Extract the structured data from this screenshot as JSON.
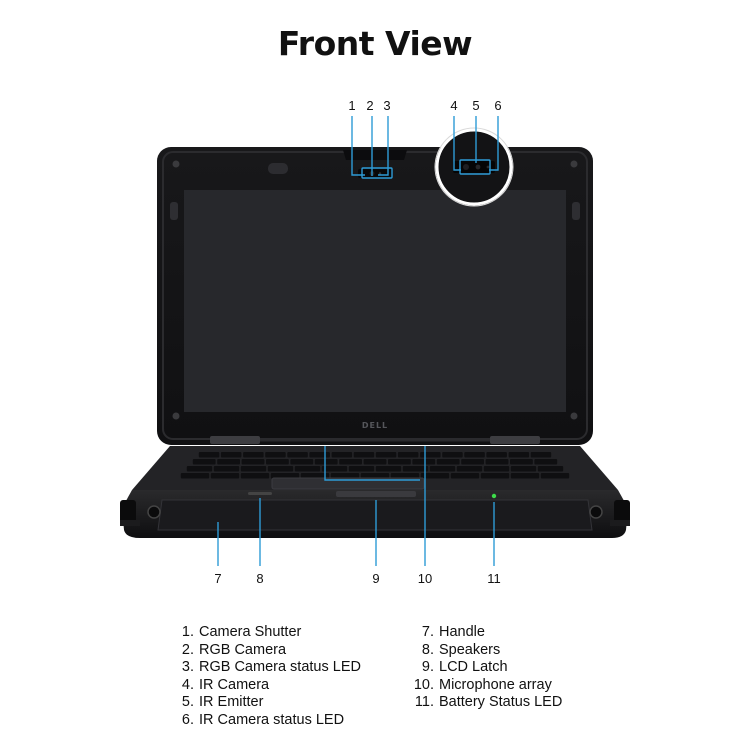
{
  "title": "Front View",
  "brand": "DELL",
  "callouts": [
    "1",
    "2",
    "3",
    "4",
    "5",
    "6",
    "7",
    "8",
    "9",
    "10",
    "11"
  ],
  "legend_left": [
    {
      "num": "1.",
      "label": "Camera Shutter"
    },
    {
      "num": "2.",
      "label": "RGB Camera"
    },
    {
      "num": "3.",
      "label": "RGB Camera status LED"
    },
    {
      "num": "4.",
      "label": "IR Camera"
    },
    {
      "num": "5.",
      "label": "IR Emitter"
    },
    {
      "num": "6.",
      "label": "IR Camera status LED"
    }
  ],
  "legend_right": [
    {
      "num": "7.",
      "label": "Handle"
    },
    {
      "num": "8.",
      "label": "Speakers"
    },
    {
      "num": "9.",
      "label": "LCD Latch"
    },
    {
      "num": "10.",
      "label": "Microphone array"
    },
    {
      "num": "11.",
      "label": "Battery Status LED"
    }
  ],
  "colors": {
    "callout_line": "#2e9bd6",
    "body": "#1c1c1e",
    "screen": "#26272b",
    "led": "#3ddc4a"
  }
}
